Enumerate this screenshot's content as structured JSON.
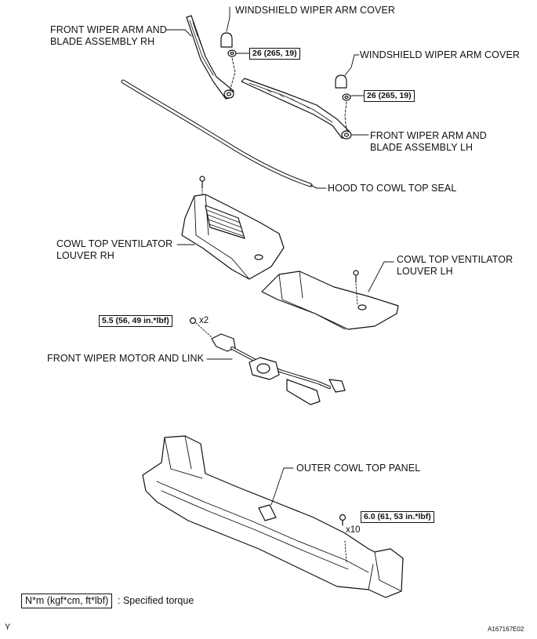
{
  "labels": {
    "wiper_arm_rh": [
      "FRONT WIPER ARM AND",
      "BLADE ASSEMBLY RH"
    ],
    "arm_cover_1": "WINDSHIELD WIPER ARM COVER",
    "arm_cover_2": "WINDSHIELD WIPER ARM COVER",
    "wiper_arm_lh": [
      "FRONT WIPER ARM AND",
      "BLADE ASSEMBLY LH"
    ],
    "hood_seal": "HOOD TO COWL TOP SEAL",
    "louver_rh": [
      "COWL TOP VENTILATOR",
      "LOUVER RH"
    ],
    "louver_lh": [
      "COWL TOP VENTILATOR",
      "LOUVER LH"
    ],
    "wiper_motor": "FRONT WIPER MOTOR AND LINK",
    "outer_cowl": "OUTER COWL TOP PANEL"
  },
  "torques": {
    "arm_rh_nut": "26 (265, 19)",
    "arm_lh_nut": "26 (265, 19)",
    "motor_bolt": "5.5 (56, 49 in.*lbf)",
    "cowl_bolt": "6.0 (61, 53 in.*lbf)"
  },
  "quantities": {
    "motor_bolt": "x2",
    "cowl_bolt": "x10"
  },
  "legend": {
    "box": "N*m (kgf*cm, ft*lbf)",
    "text": ": Specified torque"
  },
  "footer": {
    "left_mark": "Y",
    "figure_id": "A167167E02"
  },
  "colors": {
    "line": "#111111",
    "background": "#ffffff"
  }
}
